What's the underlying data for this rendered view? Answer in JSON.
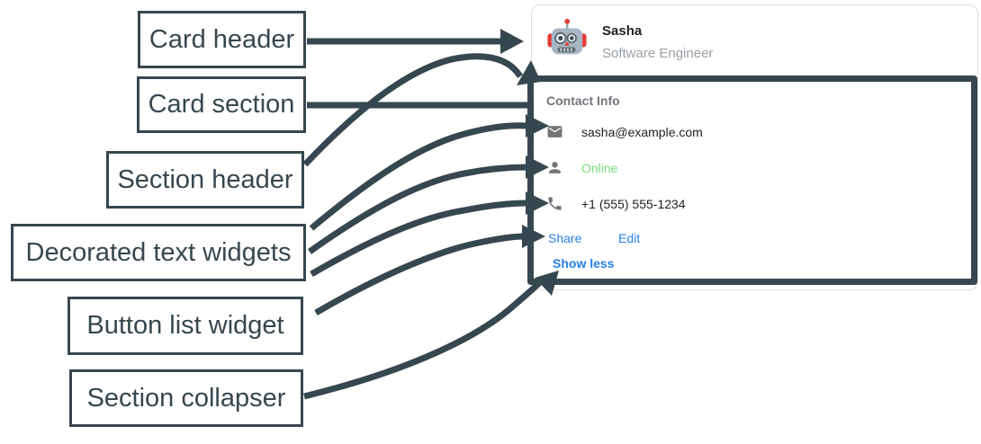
{
  "annotations": {
    "labels": [
      {
        "text": "Card header"
      },
      {
        "text": "Card section"
      },
      {
        "text": "Section header"
      },
      {
        "text": "Decorated text widgets"
      },
      {
        "text": "Button list widget"
      },
      {
        "text": "Section collapser"
      }
    ]
  },
  "card": {
    "header": {
      "avatar_icon": "robot-avatar",
      "name": "Sasha",
      "subtitle": "Software Engineer"
    },
    "section": {
      "title": "Contact Info",
      "rows": [
        {
          "icon": "mail-icon",
          "text": "sasha@example.com"
        },
        {
          "icon": "person-icon",
          "text": "Online"
        },
        {
          "icon": "phone-icon",
          "text": "+1 (555) 555-1234"
        }
      ],
      "buttons": [
        {
          "label": "Share"
        },
        {
          "label": "Edit"
        }
      ],
      "collapser_label": "Show less"
    }
  },
  "colors": {
    "annotation": "#37474F",
    "link": "#2680EB",
    "online_status": "#79DB7F",
    "text_primary": "#202124",
    "text_secondary": "#9AA0A6",
    "section_title": "#70757A",
    "icon_gray": "#757575",
    "card_border": "#E0E0E0"
  }
}
